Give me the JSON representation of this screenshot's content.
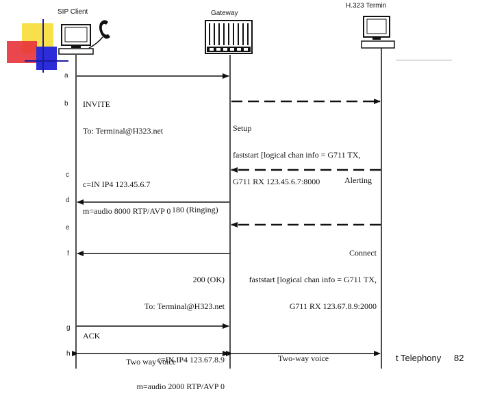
{
  "entities": {
    "sip_client": "SIP Client",
    "gateway": "Gateway",
    "h323_terminal": "H.323 Termin"
  },
  "steps": [
    "a",
    "b",
    "c",
    "d",
    "e",
    "f",
    "g",
    "h"
  ],
  "messages": {
    "invite": [
      "INVITE",
      "To: Terminal@H323.net",
      "",
      "c=IN IP4 123.45.6.7",
      "m=audio 8000 RTP/AVP 0"
    ],
    "setup": [
      "Setup",
      "faststart [logical chan info = G711 TX,",
      "G711 RX 123.45.6.7:8000"
    ],
    "alerting": "Alerting",
    "ringing": "180 (Ringing)",
    "connect": [
      "Connect",
      "faststart [logical chan info = G711 TX,",
      "G711 RX 123.67.8.9:2000"
    ],
    "ok200": [
      "200 (OK)",
      "To: Terminal@H323.net",
      "",
      "c=IN IP4 123.67.8.9",
      "m=audio 2000 RTP/AVP 0"
    ],
    "ack": "ACK",
    "voice_left": "Two way voice",
    "voice_right": "Two-way voice"
  },
  "footer": {
    "title": "t Telephony",
    "page_number": "82"
  },
  "colors": {
    "deco_yellow": "#f7e04a",
    "deco_red": "#e8323a",
    "deco_blue": "#2c2cd8",
    "rule_blue": "#1a1aa0"
  }
}
